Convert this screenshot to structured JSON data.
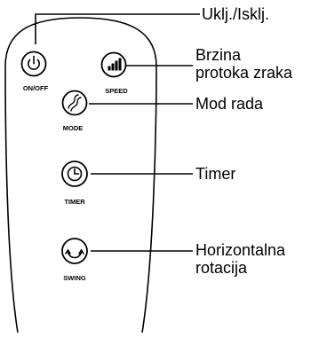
{
  "buttons": {
    "power": {
      "label": "ON/OFF",
      "icon": "power-icon"
    },
    "speed": {
      "label": "SPEED",
      "icon": "speed-bars-icon"
    },
    "mode": {
      "label": "MODE",
      "icon": "mode-waves-icon"
    },
    "timer": {
      "label": "TIMER",
      "icon": "clock-icon"
    },
    "swing": {
      "label": "SWING",
      "icon": "swing-icon"
    }
  },
  "callouts": {
    "power": "Uklj./Isklj.",
    "speed_line1": "Brzina",
    "speed_line2": "protoka zraka",
    "mode": "Mod rada",
    "timer": "Timer",
    "swing_line1": "Horizontalna",
    "swing_line2": "rotacija"
  }
}
